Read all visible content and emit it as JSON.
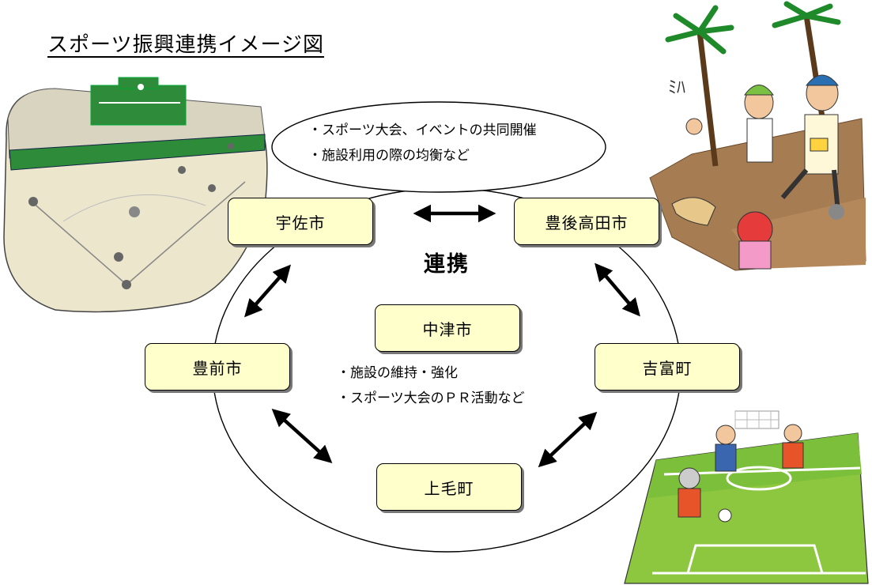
{
  "title": "スポーツ振興連携イメージ図",
  "top_note": [
    "・スポーツ大会、イベントの共同開催",
    "・施設利用の際の均衡など"
  ],
  "link_label": "連携",
  "center": {
    "name": "中津市",
    "notes": [
      "・施設の維持・強化",
      "・スポーツ大会のＰＲ活動など"
    ]
  },
  "nodes": {
    "usa": "宇佐市",
    "bungotakada": "豊後高田市",
    "buzen": "豊前市",
    "yoshitomi": "吉富町",
    "kouge": "上毛町"
  },
  "illustrations": {
    "baseball": "baseball-stadium-illustration",
    "marathon": "marathon-runners-illustration",
    "soccer": "soccer-match-illustration"
  },
  "box_fill": "#ffffcc"
}
